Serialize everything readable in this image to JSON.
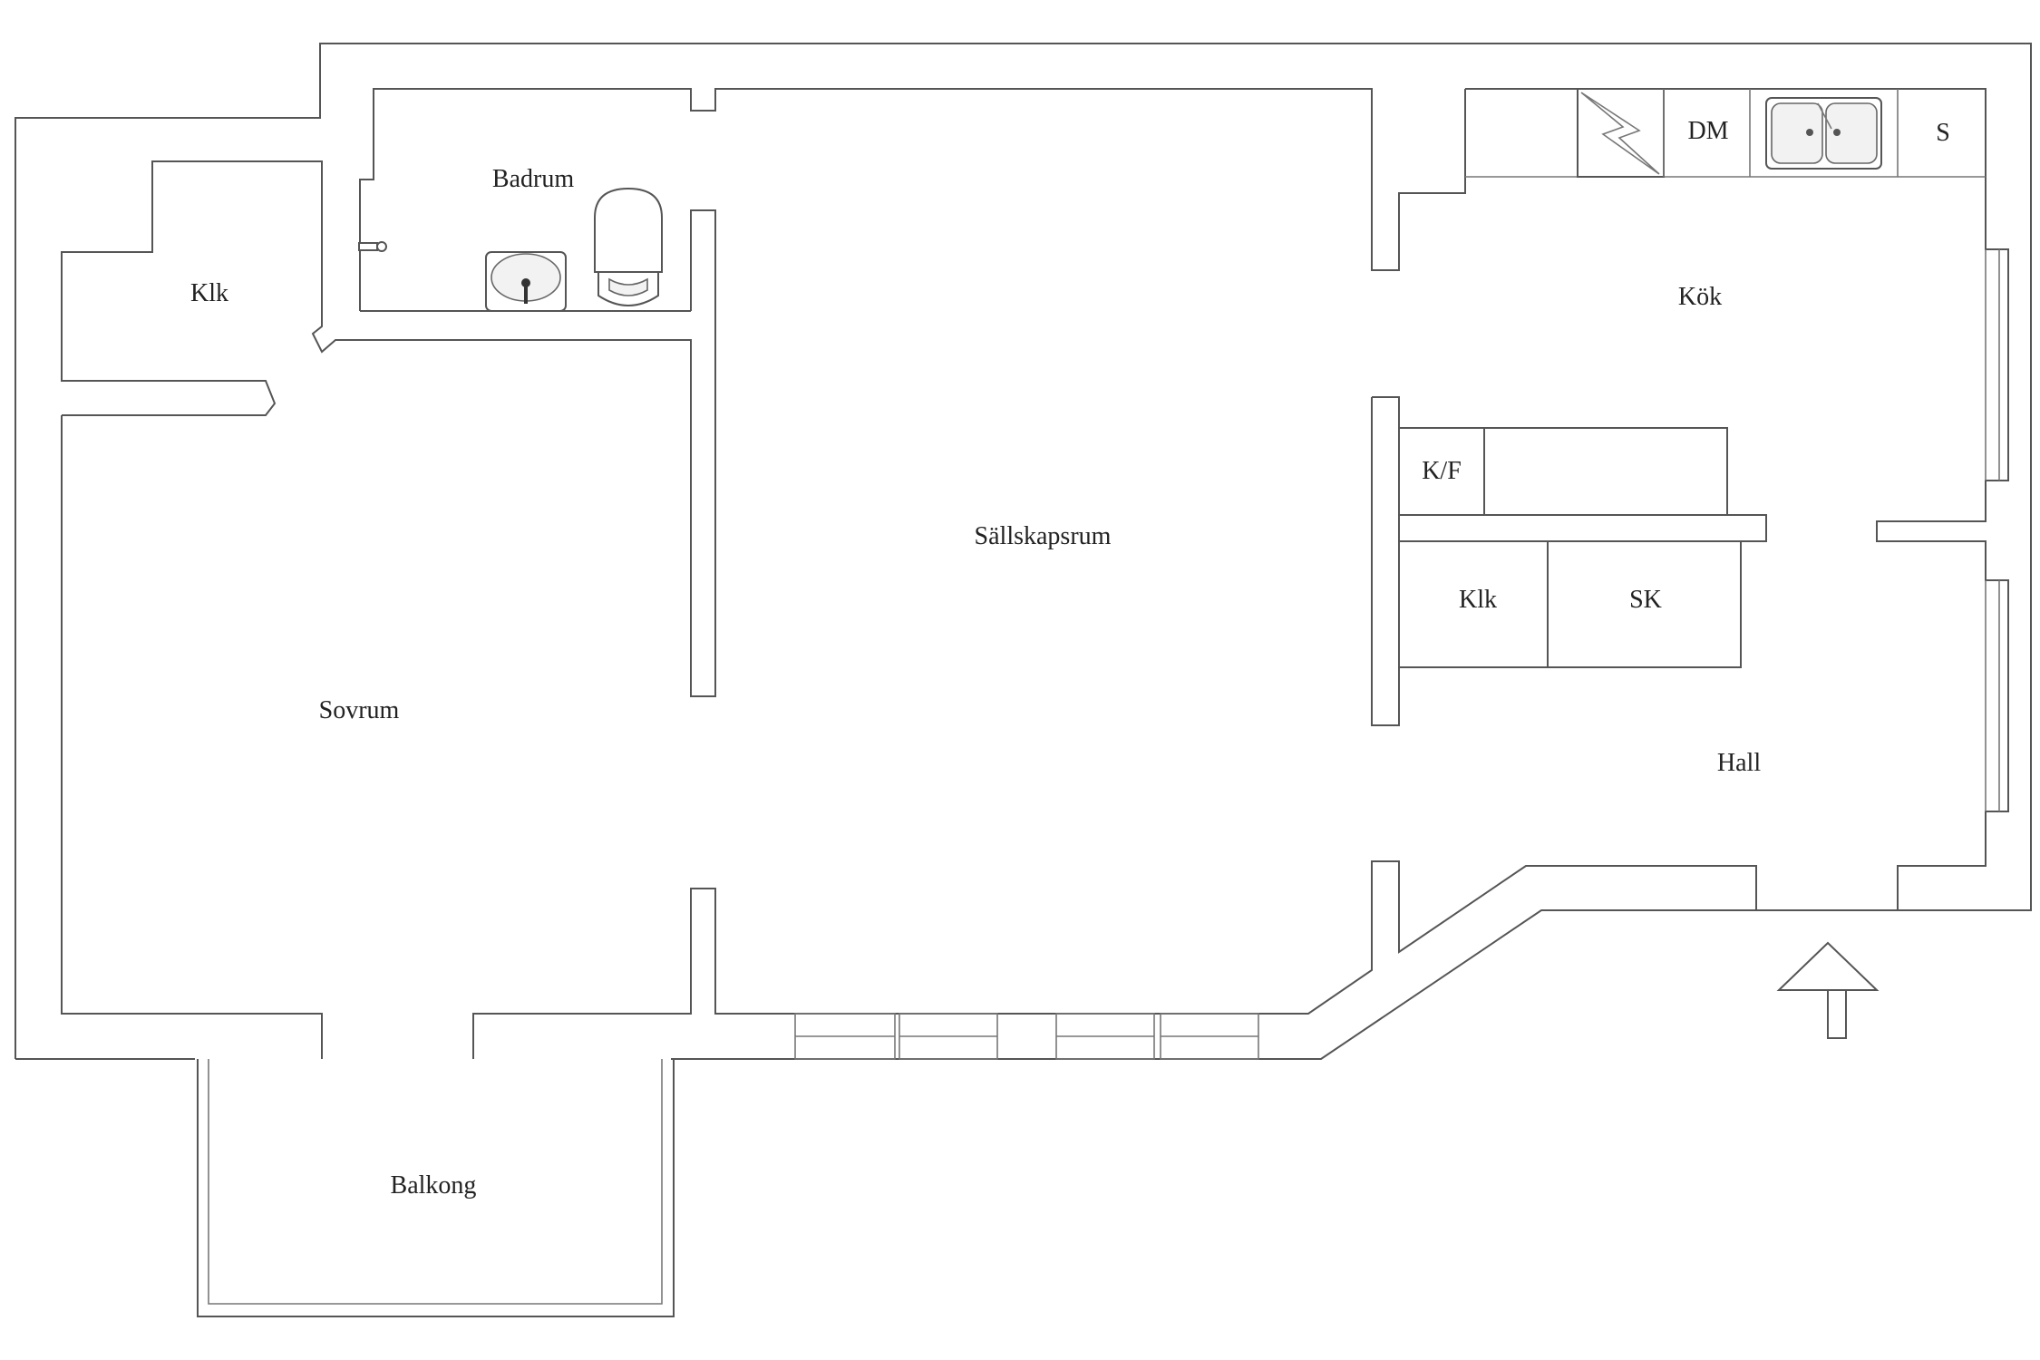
{
  "rooms": {
    "badrum": "Badrum",
    "klk_left": "Klk",
    "kok": "Kök",
    "sallskapsrum": "Sällskapsrum",
    "sovrum": "Sovrum",
    "hall": "Hall",
    "balkong": "Balkong"
  },
  "storage": {
    "kf": "K/F",
    "klk_hall": "Klk",
    "sk": "SK"
  },
  "kitchen_units": {
    "dm": "DM",
    "s": "S"
  },
  "icons": {
    "entrance": "entrance-arrow-icon",
    "stove": "stove-icon",
    "sink": "kitchen-sink-icon",
    "washbasin": "washbasin-icon",
    "toilet": "toilet-icon",
    "tap": "shower-tap-icon"
  }
}
